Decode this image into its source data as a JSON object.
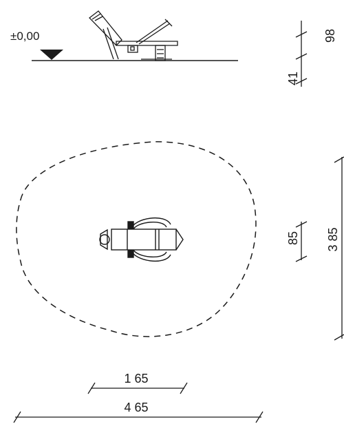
{
  "side_view": {
    "level_label": "±0,00"
  },
  "dimensions": {
    "height_total": "98",
    "height_platform": "41",
    "depth_safety_zone": "3 85",
    "depth_equipment": "85",
    "width_equipment": "1 65",
    "width_safety_zone": "4 65"
  },
  "colors": {
    "ink": "#1a1a1a",
    "background": "#ffffff"
  }
}
